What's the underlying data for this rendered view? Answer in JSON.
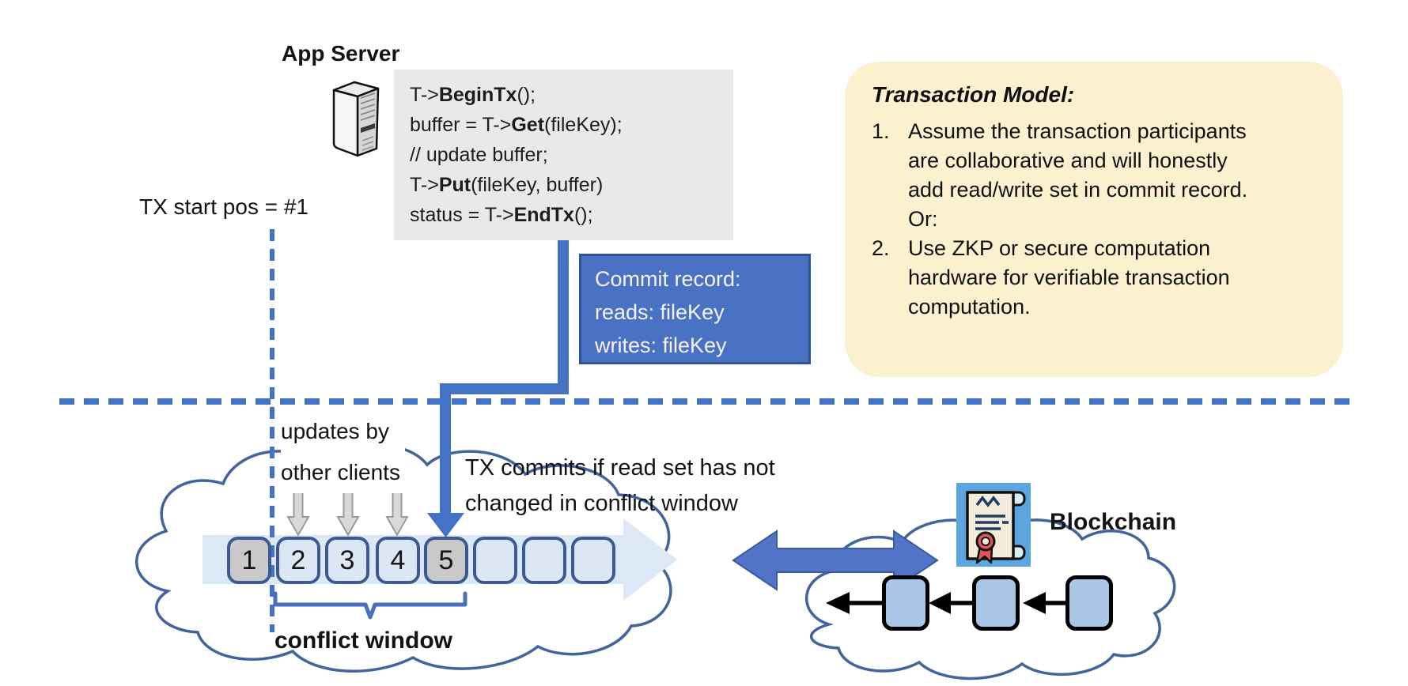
{
  "header": {
    "app_server_title": "App Server",
    "tx_start_label": "TX start pos = #1"
  },
  "code_box": {
    "lines": [
      [
        {
          "t": "T->"
        },
        {
          "t": "BeginTx",
          "b": true
        },
        {
          "t": "();"
        }
      ],
      [
        {
          "t": "buffer = T->"
        },
        {
          "t": "Get",
          "b": true
        },
        {
          "t": "(fileKey);"
        }
      ],
      [
        {
          "t": "// update buffer;"
        }
      ],
      [
        {
          "t": "T->"
        },
        {
          "t": "Put",
          "b": true
        },
        {
          "t": "(fileKey, buffer)"
        }
      ],
      [
        {
          "t": "status = T->"
        },
        {
          "t": "EndTx",
          "b": true
        },
        {
          "t": "();"
        }
      ]
    ]
  },
  "commit_record": {
    "lines": [
      "Commit record:",
      "reads: fileKey",
      "writes: fileKey"
    ]
  },
  "transaction_model": {
    "title": "Transaction Model:",
    "items": [
      {
        "num": "1.",
        "text": "Assume the transaction participants are collaborative and will honestly add read/write set in commit record.  Or:"
      },
      {
        "num": "2.",
        "text": "Use ZKP or secure computation hardware for verifiable transaction computation."
      }
    ]
  },
  "timeline": {
    "updates_line1": "updates by",
    "updates_line2": "other clients",
    "commit_line1": "TX commits if read set has not",
    "commit_line2": "changed in conflict window",
    "conflict_window_label": "conflict window",
    "blocks": [
      {
        "label": "1",
        "variant": "gray"
      },
      {
        "label": "2",
        "variant": "light"
      },
      {
        "label": "3",
        "variant": "light"
      },
      {
        "label": "4",
        "variant": "light"
      },
      {
        "label": "5",
        "variant": "gray"
      },
      {
        "label": "",
        "variant": "light"
      },
      {
        "label": "",
        "variant": "light"
      },
      {
        "label": "",
        "variant": "light"
      }
    ]
  },
  "blockchain": {
    "label": "Blockchain",
    "chain_blocks": [
      "",
      "",
      ""
    ]
  },
  "icons": {
    "server": "server-icon",
    "certificate": "certificate-icon"
  },
  "palette": {
    "accent": "#4472C4",
    "commit_fill": "#4A72C4",
    "commit_border": "#2F5496",
    "yellow": "#FBF1CF",
    "code_bg": "#E9E9E9",
    "gray_block": "#C9C9C9",
    "light_block": "#DCE6F4",
    "block_border": "#3B5A94",
    "cloud_stroke": "#41639E",
    "band": "#DCE8F6",
    "chain_block": "#A9C6E8",
    "cert_bg": "#5BA6DE"
  }
}
